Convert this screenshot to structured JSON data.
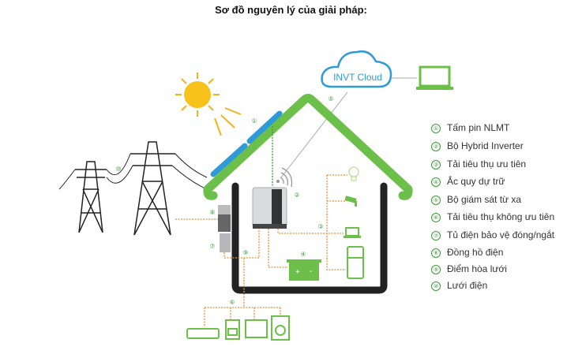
{
  "title": "Sơ đồ nguyên lý của giải pháp:",
  "cloud_label": "INVT Cloud",
  "colors": {
    "green": "#6cc04a",
    "blue": "#2f9ad8",
    "dark": "#222222",
    "orange": "#e8903a"
  },
  "markers": {
    "1": "①",
    "2": "②",
    "3": "③",
    "4": "④",
    "5": "⑤",
    "6": "⑥",
    "7": "⑦",
    "8": "⑧",
    "9": "⑨",
    "10": "⑩"
  },
  "legend": [
    {
      "num": "①",
      "label": "Tấm pin NLMT"
    },
    {
      "num": "②",
      "label": "Bộ Hybrid Inverter"
    },
    {
      "num": "③",
      "label": "Tải tiêu thụ ưu tiên"
    },
    {
      "num": "④",
      "label": "Ắc quy dự trữ"
    },
    {
      "num": "⑤",
      "label": "Bộ giám sát từ xa"
    },
    {
      "num": "⑥",
      "label": "Tải tiêu thụ không ưu tiên"
    },
    {
      "num": "⑦",
      "label": "Tủ điện bảo vệ đóng/ngắt"
    },
    {
      "num": "⑧",
      "label": "Đồng hồ điện"
    },
    {
      "num": "⑨",
      "label": "Điểm hòa lưới"
    },
    {
      "num": "⑩",
      "label": "Lưới điện"
    }
  ]
}
